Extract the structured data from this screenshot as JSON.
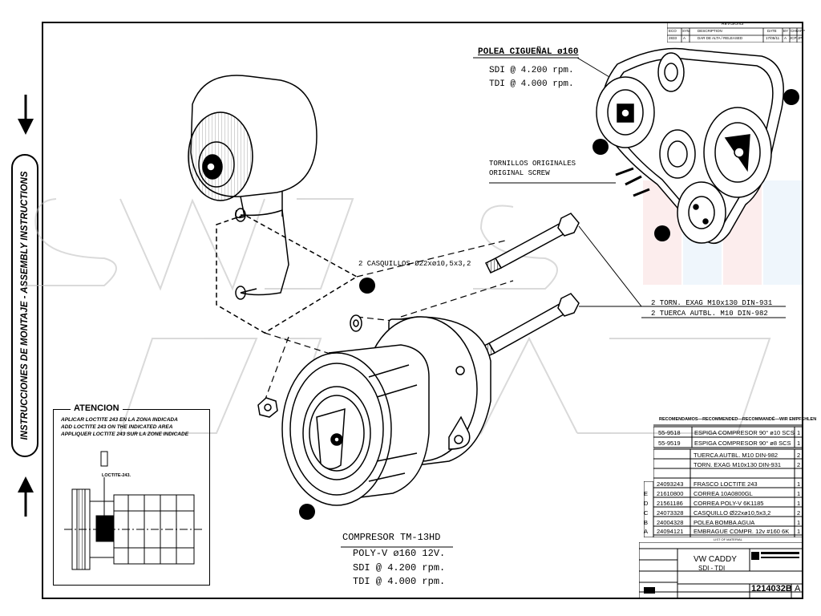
{
  "side_label": "INSTRUCCIONES DE MONTAJE - ASSEMBLY INSTRUCTIONS",
  "watermark": "SWISS CLIMA",
  "top_pulley": {
    "title": "POLEA CIGUEÑAL ø160",
    "sdi": "SDI @ 4.200 rpm.",
    "tdi": "TDI @ 4.000 rpm."
  },
  "screws_label": [
    "TORNILLOS ORIGINALES",
    "ORIGINAL SCREW"
  ],
  "bushings_label": "2 CASQUILLOS Ø22xø10,5x3,2",
  "bolts_label": [
    "2 TORN. EXAG M10x130 DIN-931",
    "2 TUERCA AUTBL. M10 DIN-982"
  ],
  "compressor": {
    "title": "COMPRESOR TM-13HD",
    "spec": "POLY-V ø160 12V.",
    "sdi": "SDI @ 4.200 rpm.",
    "tdi": "TDI @ 4.000 rpm."
  },
  "atencion": {
    "title": "ATENCION",
    "lines": [
      "APLICAR LOCTITE 243 EN LA ZONA INDICADA",
      "ADD LOCTITE 243 ON THE INDICATED AREA",
      "APPLIQUER LOCTITE 243 SUR LA ZONE INDICADE"
    ],
    "callout": "LOCTITE-243."
  },
  "revision": {
    "title": "REVISIONS",
    "headers": [
      "ECO",
      "SYM",
      "DESCRIPTION",
      "DATE",
      "BY",
      "CHK",
      "APP"
    ],
    "row": [
      "2833",
      "A",
      "DAR DE ALTA / RELEASED",
      "17/05/11",
      "A",
      "JCP",
      "JP"
    ]
  },
  "recommended": {
    "title": "RECOMENDAMOS—RECOMMENDED—RECOMMANDÉ—WIR EMPFEHLEN",
    "items": [
      {
        "code": "55-9518",
        "desc": "ESPIGA COMPRESOR 90° ø10 SCS",
        "qty": "1"
      },
      {
        "code": "55-9519",
        "desc": "ESPIGA COMPRESOR 90° ø8 SCS",
        "qty": "1"
      }
    ]
  },
  "bom": [
    {
      "sym": "",
      "code": "",
      "desc": "TUERCA AUTBL. M10 DIN-982",
      "qty": "2"
    },
    {
      "sym": "",
      "code": "",
      "desc": "TORN. EXAG M10x130 DIN-931",
      "qty": "2"
    },
    {
      "sym": "",
      "code": "24093243",
      "desc": "FRASCO LOCTITE 243",
      "qty": "1"
    },
    {
      "sym": "E",
      "code": "21610800",
      "desc": "CORREA 10A0800GL",
      "qty": "1"
    },
    {
      "sym": "D",
      "code": "21561186",
      "desc": "CORREA POLY-V 6K1185",
      "qty": "1"
    },
    {
      "sym": "C",
      "code": "24073328",
      "desc": "CASQUILLO Ø22xø10,5x3,2",
      "qty": "2"
    },
    {
      "sym": "B",
      "code": "24004328",
      "desc": "POLEA BOMBA AGUA",
      "qty": "1"
    },
    {
      "sym": "A",
      "code": "24094121",
      "desc": "EMBRAGUE COMPR. 12v #160 6K",
      "qty": "1"
    }
  ],
  "bom_footer": "LIST OF MATERIAL",
  "title_block": {
    "vehicle": "VW CADDY",
    "engine": "SDI - TDI",
    "drawing_number": "1214032B",
    "revision": "A"
  }
}
